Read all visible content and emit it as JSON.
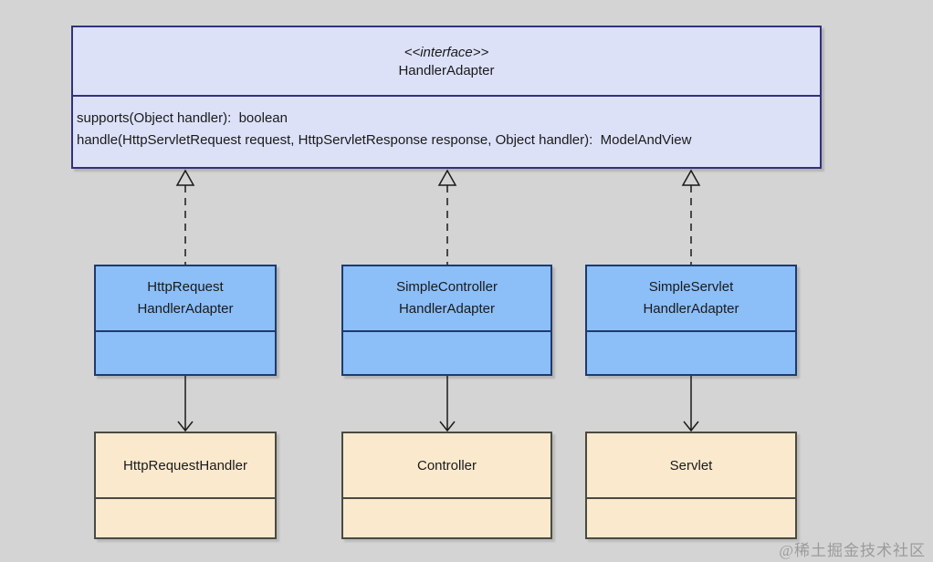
{
  "diagram": {
    "interface": {
      "stereotype": "<<interface>>",
      "name": "HandlerAdapter",
      "methods": [
        "supports(Object handler):  boolean",
        "handle(HttpServletRequest request, HttpServletResponse response, Object handler):  ModelAndView"
      ]
    },
    "adapters": [
      {
        "line1": "HttpRequest",
        "line2": "HandlerAdapter"
      },
      {
        "line1": "SimpleController",
        "line2": "HandlerAdapter"
      },
      {
        "line1": "SimpleServlet",
        "line2": "HandlerAdapter"
      }
    ],
    "handlers": [
      {
        "name": "HttpRequestHandler"
      },
      {
        "name": "Controller"
      },
      {
        "name": "Servlet"
      }
    ],
    "relationships": {
      "adapter_to_interface": "realization (dashed line, hollow triangle)",
      "adapter_to_handler": "directed association (solid line, open arrow)"
    },
    "colors": {
      "background": "#d4d4d4",
      "interface_fill": "#dce1f8",
      "interface_border": "#32327a",
      "adapter_fill": "#8cbef8",
      "adapter_border": "#1e3a6e",
      "handler_fill": "#fbe9ce",
      "handler_border": "#4a4a42",
      "watermark": "#9b9b9b"
    },
    "watermark": "@稀土掘金技术社区"
  }
}
